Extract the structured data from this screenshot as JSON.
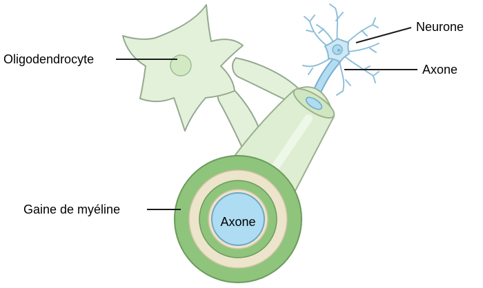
{
  "diagram": {
    "labels": {
      "oligodendrocyte": "Oligodendrocyte",
      "neurone": "Neurone",
      "axone": "Axone",
      "gaine_de_myeline": "Gaine de myéline",
      "axone_center": "Axone"
    },
    "colors": {
      "background": "#ffffff",
      "cell_fill": "#e3f1da",
      "cell_stroke": "#94a88f",
      "cell_nucleus": "#d3e9c3",
      "myelin_green": "#8fc47c",
      "myelin_green_stroke": "#6b9a5b",
      "myelin_cream": "#ece4cb",
      "myelin_cream_stroke": "#cfc3a2",
      "tube_fill": "#ddeed2",
      "axon_blue": "#aedcf2",
      "axon_blue_stroke": "#6da7c6",
      "neuron_fill": "#cfe8f5",
      "neuron_stroke": "#85b8d4",
      "dendrite_stroke": "#8fc0da",
      "label_color": "#000000",
      "leader_line_color": "#1a1a1a"
    }
  }
}
